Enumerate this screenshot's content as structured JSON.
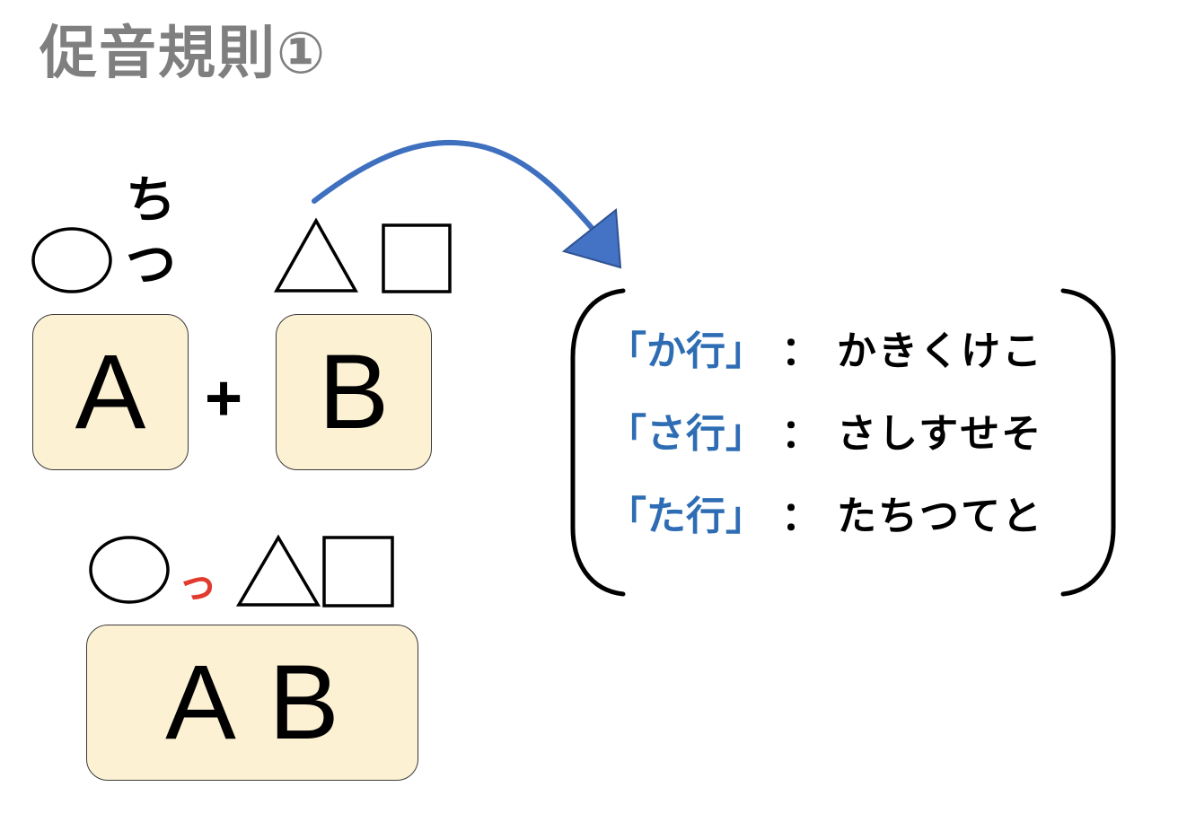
{
  "title": "促音規則①",
  "top": {
    "circle": "○",
    "kana_upper": "ち",
    "kana_lower": "つ",
    "triangle": "△",
    "square": "□",
    "box_a": "A",
    "plus": "+",
    "box_b": "B"
  },
  "bottom": {
    "circle": "○",
    "small_tsu": "っ",
    "triangle": "△",
    "square": "□",
    "box_ab": "A B"
  },
  "rows": [
    {
      "gyo": "「か行」",
      "colon": "：",
      "kana": "かきくけこ"
    },
    {
      "gyo": "「さ行」",
      "colon": "：",
      "kana": "さしすせそ"
    },
    {
      "gyo": "「た行」",
      "colon": "：",
      "kana": "たちつてと"
    }
  ],
  "colors": {
    "title": "#7f7f7f",
    "box_fill": "#fdf1d4",
    "arrow": "#3f6fbf",
    "gyo_label": "#2e6db4",
    "small_tsu": "#e23b2e"
  },
  "icons": [
    "curved-arrow-icon",
    "left-bracket-icon",
    "right-bracket-icon"
  ]
}
